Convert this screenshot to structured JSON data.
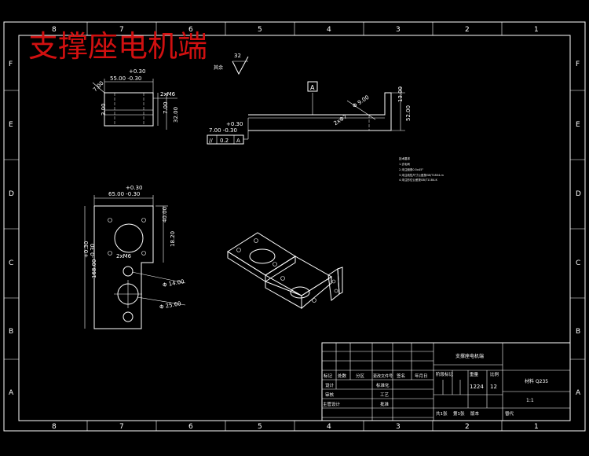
{
  "title": "支撑座电机端",
  "zones": {
    "columns": [
      "8",
      "7",
      "6",
      "5",
      "4",
      "3",
      "2",
      "1"
    ],
    "rows": [
      "F",
      "E",
      "D",
      "C",
      "B",
      "A"
    ]
  },
  "roughness": {
    "value": "32",
    "label": "其余"
  },
  "top_view": {
    "width_dim_tol_upper": "+0.30",
    "width_dim": "55.00 -0.30",
    "chamfer": "7.00",
    "hole_note": "2xM6",
    "left_dim": "3.00",
    "right_dim_a": "7.00",
    "right_dim_b": "32.00"
  },
  "side_view": {
    "datum": "A",
    "tol_upper": "+0.30",
    "tol_dim": "7.00 -0.30",
    "frame_symbol": "//",
    "frame_value": "0.2",
    "frame_datum": "A",
    "diameter_label": "Φ 9.00",
    "hole_label": "2xΦ7",
    "height_a": "13.00",
    "height_b": "52.00"
  },
  "notes": [
    "技术要求",
    "1.去毛刺",
    "2.未注倒角0.5x45°",
    "3.未注线性尺寸公差按GB/T1804-m",
    "4.未注形位公差按GB/T1184-K"
  ],
  "front_view": {
    "width_tol_upper": "+0.30",
    "width_dim": "65.00 -0.30",
    "side_tol": "+0.30",
    "side_dim": "-0.30",
    "height_dim": "168.00",
    "dim_40": "40.00",
    "dim_18": "18.20",
    "hole_note": "2xM6",
    "small_hole": "Φ 14.00",
    "large_hole": "Φ 25.60"
  },
  "title_block": {
    "part_name": "支撑座电机端",
    "material": "材料 Q235",
    "scale_label": "比例",
    "scale_value": "1:1",
    "mass_label": "重量",
    "stage_label": "阶段标记",
    "weight_value": "1224",
    "ratio_value": "12",
    "sheet_count": "共1张",
    "sheet_no": "第1张",
    "version": "版本",
    "replace": "替代",
    "rows": {
      "mark": "标记",
      "count": "处数",
      "zone": "分区",
      "change_doc": "更改文件号",
      "sign": "签名",
      "date": "年月日",
      "design": "设计",
      "check": "审核",
      "craft": "工艺",
      "standard": "标准化",
      "approve": "批准",
      "master": "主管设计"
    }
  }
}
